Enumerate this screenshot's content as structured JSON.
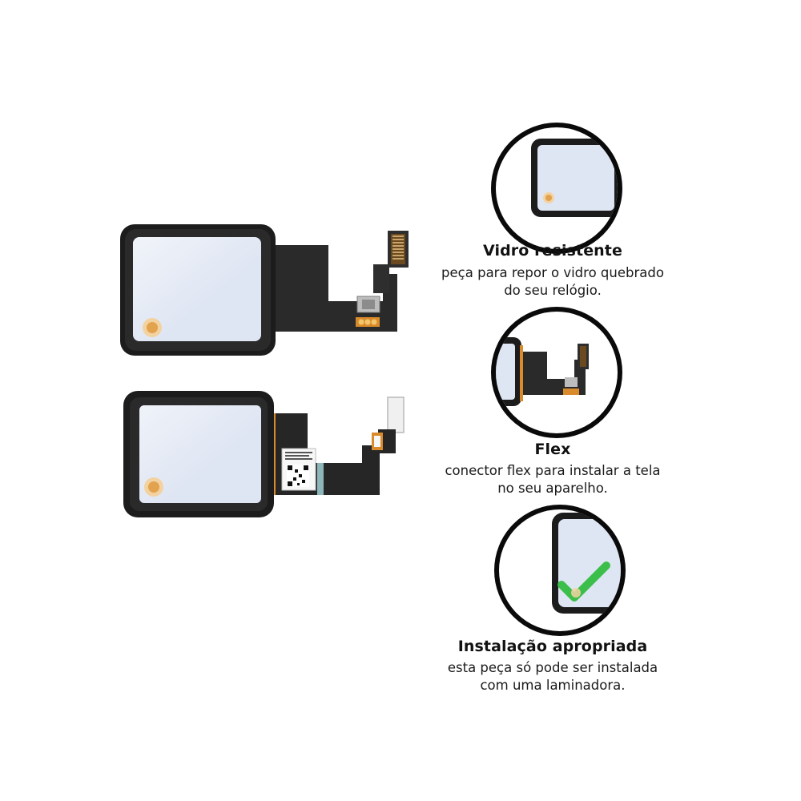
{
  "features": [
    {
      "icon": "glass-screen-icon",
      "title": "Vidro resistente",
      "desc_line1": "peça para repor o vidro quebrado",
      "desc_line2": "do seu relógio."
    },
    {
      "icon": "flex-connector-icon",
      "title": "Flex",
      "desc_line1": "conector flex para instalar a tela",
      "desc_line2": "no seu aparelho."
    },
    {
      "icon": "check-install-icon",
      "title": "Instalação apropriada",
      "desc_line1": "esta peça só pode ser instalada",
      "desc_line2": "com uma laminadora."
    }
  ],
  "colors": {
    "frame": "#1c1c1c",
    "glass": "#dfe6f3",
    "flex_copper": "#d98a2b",
    "check_green": "#3bbf4a"
  }
}
